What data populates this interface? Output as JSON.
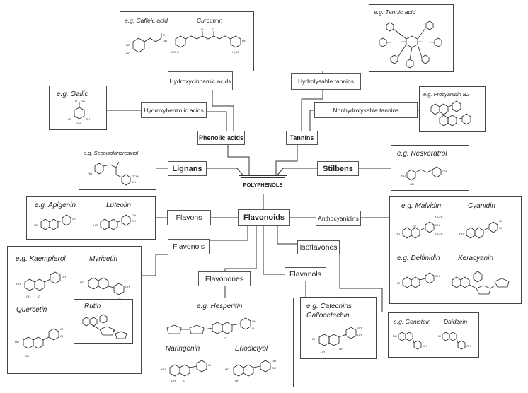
{
  "center": {
    "label": "POLYPHENOLS"
  },
  "classes": {
    "phenolic_acids": "Phenolic acids",
    "tannins": "Tannins",
    "lignans": "Lignans",
    "stilbens": "Stilbens",
    "flavonoids": "Flavonoids"
  },
  "subclasses": {
    "hydroxycinnamic": "Hydroxycinnamic acids",
    "hydroxybenzoic": "Hydroxybenzolic acids",
    "hydrolysable": "Hydrolysable tannins",
    "nonhydrolysable": "Nonhydrolysable tannins",
    "flavons": "Flavons",
    "flavonols": "Flavonols",
    "flavanones": "Flavonones",
    "flavanols": "Flavanols",
    "anthocyanidins": "Anthocyanidins",
    "isoflavones": "Isoflavones"
  },
  "examples": {
    "caffeic": "e.g. Caffeic acid",
    "curcumin": "Curcumin",
    "tannic": "e.g. Tannic acid",
    "gallic": "e.g. Gallic",
    "procyanidin": "e.g. Procyanidin B2",
    "secoisolariciresinol": "e.g. Secoisolaricresinol",
    "resveratrol": "e.g. Resveratrol",
    "apigenin": "e.g. Apigenin",
    "luteolin": "Luteolin",
    "malvidin": "e.g. Malvidin",
    "cyanidin": "Cyanidin",
    "delfinidin": "e.g. Delfinidin",
    "keracyanin": "Keracyanin",
    "kaempferol": "e.g. Kaempferol",
    "myricetin": "Myricetin",
    "quercetin": "Quercetin",
    "rutin": "Rutin",
    "hesperitin": "e.g. Hesperitin",
    "naringenin": "Naringenin",
    "eriodictyol": "Eriodictyol",
    "catechins": "e.g. Catechins",
    "gallocetechin": "Gallocetechin",
    "genistein": "e.g. Genistein",
    "daidzein": "Daidzein"
  },
  "atoms": {
    "oh": "OH",
    "ho": "HO",
    "o": "O",
    "och3": "OCH₃",
    "h3co": "H₃CO",
    "o_plus": "O⁺",
    "ch3": "CH₃"
  }
}
